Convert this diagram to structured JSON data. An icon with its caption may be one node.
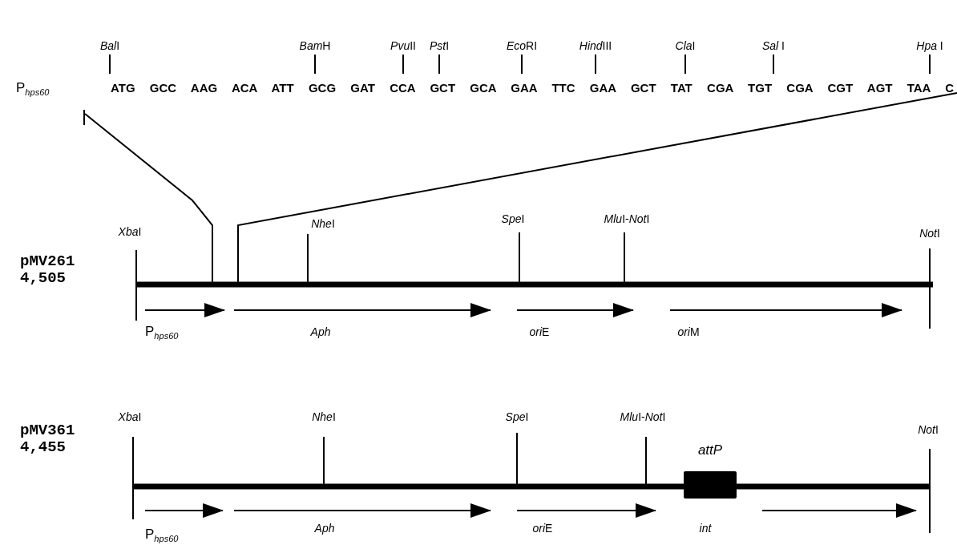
{
  "diagram": {
    "nodes": [
      {
        "text": [
          "attP"
        ]
      }
    ],
    "labels": [
      "P$_{hps60}$",
      "BalI",
      "BamH",
      "PvuII",
      "PstI",
      "EcoRI",
      "HindIII",
      "ClaI",
      "Sal I",
      "Hpa I",
      "ATG GCC AAG ACA ATT GCG GAT CCA GCT GCA GAA TTC GAA GCT TAT CGA TGT CGA CGT AGT TAA C",
      "pMV261",
      "4,505",
      "XbaI",
      "NheI",
      "SpeI",
      "MluI-NotI",
      "NotI",
      "P$_{hps60}$",
      "Aph",
      "oriE",
      "oriM",
      "pMV361",
      "4,455",
      "XbaI",
      "NheI",
      "SpeI",
      "MluI-NotI",
      "NotI",
      "P$_{hps60}$",
      "Aph",
      "oriE",
      "int"
    ]
  }
}
